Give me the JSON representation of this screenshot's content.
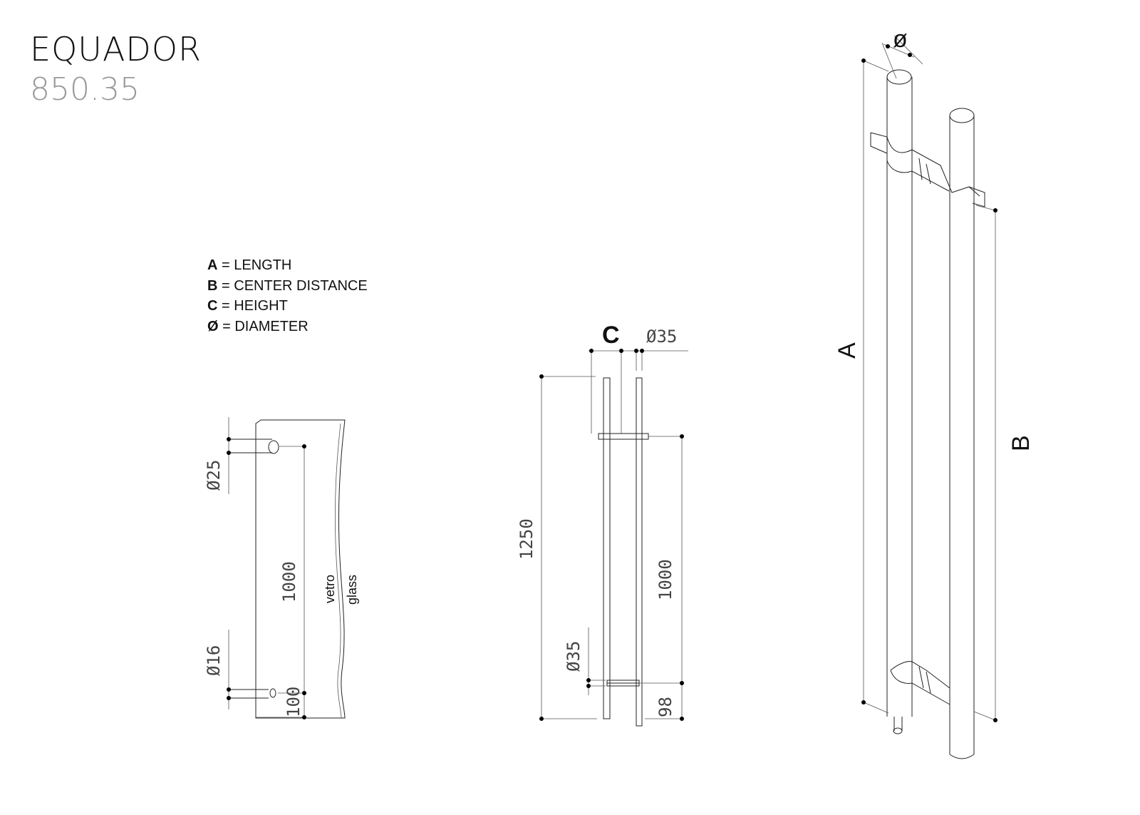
{
  "header": {
    "title": "EQUADOR",
    "code": "850.35"
  },
  "legend": [
    {
      "key": "A",
      "text": "= LENGTH"
    },
    {
      "key": "B",
      "text": "= CENTER DISTANCE"
    },
    {
      "key": "C",
      "text": "= HEIGHT"
    },
    {
      "key": "Ø",
      "text": "= DIAMETER"
    }
  ],
  "glass_view": {
    "dia_top": "Ø25",
    "dia_bottom": "Ø16",
    "center": "1000",
    "offset": "100",
    "label_it": "vetro",
    "label_en": "glass"
  },
  "side_view": {
    "height_label": "C",
    "dia_top": "Ø35",
    "dia_bottom": "Ø35",
    "length": "1250",
    "center": "1000",
    "offset": "98"
  },
  "iso_view": {
    "dia": "ø",
    "length_label": "A",
    "center_label": "B"
  }
}
